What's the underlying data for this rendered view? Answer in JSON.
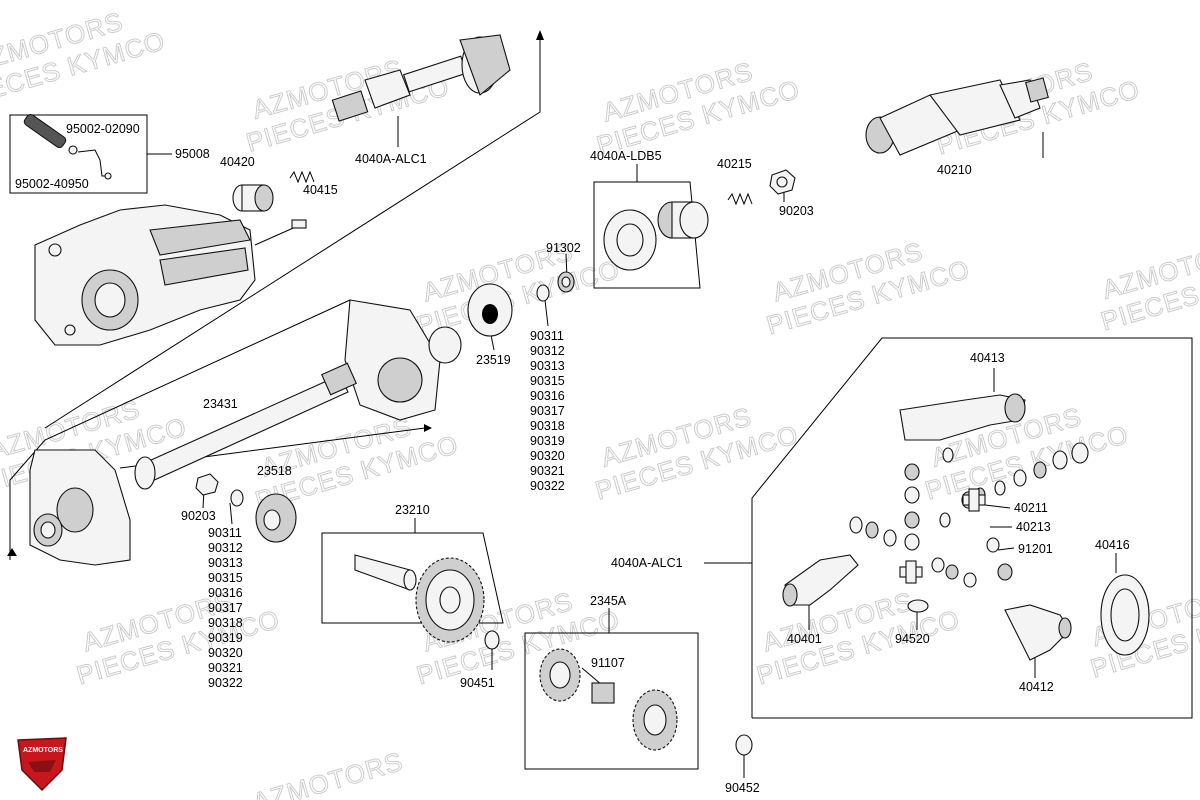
{
  "watermark": {
    "line1": "AZMOTORS",
    "line2": "PIECES KYMCO"
  },
  "logo": {
    "text": "AZMOTORS",
    "color": "#c8161d"
  },
  "labels": {
    "l_95002_02090": "95002-02090",
    "l_95008": "95008",
    "l_95002_40950": "95002-40950",
    "l_40420": "40420",
    "l_40415": "40415",
    "l_4040A_ALC1_top": "4040A-ALC1",
    "l_4040A_LDB5": "4040A-LDB5",
    "l_40215": "40215",
    "l_90203_top": "90203",
    "l_40210": "40210",
    "l_91302": "91302",
    "l_23519": "23519",
    "l_23431": "23431",
    "l_23518": "23518",
    "l_90203_low": "90203",
    "l_23210": "23210",
    "l_90451": "90451",
    "l_2345A": "2345A",
    "l_91107": "91107",
    "l_90452": "90452",
    "l_40413": "40413",
    "l_40211": "40211",
    "l_40213": "40213",
    "l_91201": "91201",
    "l_40416": "40416",
    "l_4040A_ALC1_right": "4040A-ALC1",
    "l_40401": "40401",
    "l_94520": "94520",
    "l_40412": "40412"
  },
  "shim_list_a": [
    "90311",
    "90312",
    "90313",
    "90315",
    "90316",
    "90317",
    "90318",
    "90319",
    "90320",
    "90321",
    "90322"
  ],
  "shim_list_b": [
    "90311",
    "90312",
    "90313",
    "90315",
    "90316",
    "90317",
    "90318",
    "90319",
    "90320",
    "90321",
    "90322"
  ]
}
